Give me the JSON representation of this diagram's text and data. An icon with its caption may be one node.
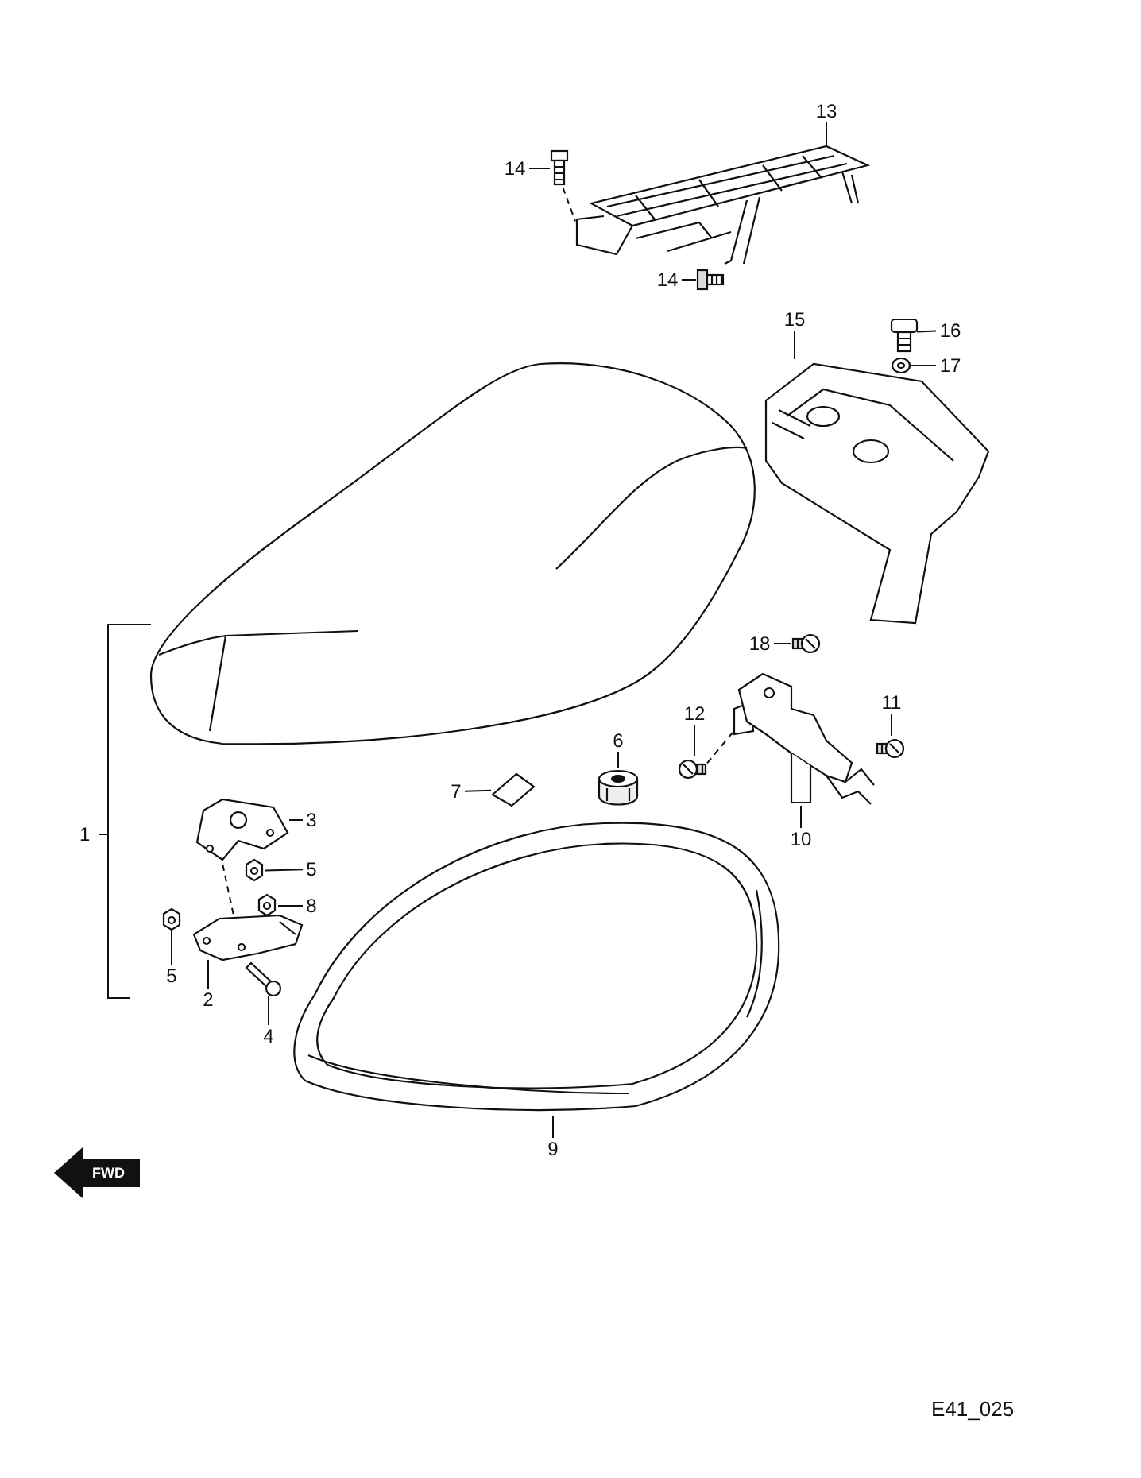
{
  "diagram": {
    "nodes": [
      {
        "text": [
          "13"
        ]
      },
      {
        "text": [],
        "shape": "picture"
      },
      {
        "text": [
          "14"
        ]
      },
      {
        "text": [],
        "shape": "picture"
      },
      {
        "text": [
          "14"
        ]
      },
      {
        "text": [],
        "shape": "picture"
      },
      {
        "text": [
          "15"
        ]
      },
      {
        "text": [
          "16"
        ]
      },
      {
        "text": [],
        "shape": "picture"
      },
      {
        "text": [],
        "shape": "picture"
      },
      {
        "text": [],
        "shape": "picture"
      },
      {
        "text": [
          "17"
        ]
      },
      {
        "text": [],
        "shape": "picture"
      },
      {
        "text": [
          "18"
        ]
      },
      {
        "text": [],
        "shape": "picture"
      },
      {
        "text": [
          "12"
        ]
      },
      {
        "text": [
          "11"
        ]
      },
      {
        "text": [],
        "shape": "picture"
      },
      {
        "text": [],
        "shape": "picture"
      },
      {
        "text": [],
        "shape": "picture"
      },
      {
        "text": [
          "6"
        ]
      },
      {
        "text": [],
        "shape": "picture"
      },
      {
        "text": [
          "7"
        ]
      },
      {
        "text": [],
        "shape": "picture"
      },
      {
        "text": [
          "3"
        ]
      },
      {
        "text": [],
        "shape": "picture"
      },
      {
        "text": [
          "5"
        ]
      },
      {
        "text": [],
        "shape": "picture"
      },
      {
        "text": [
          "10"
        ]
      },
      {
        "text": [
          "8"
        ]
      },
      {
        "text": [],
        "shape": "picture"
      },
      {
        "text": [],
        "shape": "picture"
      },
      {
        "text": [],
        "shape": "picture"
      },
      {
        "text": [],
        "shape": "picture"
      },
      {
        "text": [
          "5"
        ]
      },
      {
        "text": [
          "2"
        ]
      },
      {
        "text": [
          "4"
        ]
      },
      {
        "text": [],
        "shape": "picture"
      },
      {
        "text": [
          "9"
        ]
      }
    ],
    "edges": [
      {
        "from": 0,
        "to": 1,
        "arrow": "none"
      },
      {
        "from": 2,
        "to": 3,
        "arrow": "none"
      },
      {
        "from": 4,
        "to": 5,
        "arrow": "none"
      },
      {
        "from": 6,
        "to": 9,
        "arrow": "none"
      },
      {
        "from": 7,
        "to": 8,
        "arrow": "none"
      },
      {
        "from": 11,
        "to": 10,
        "arrow": "none"
      },
      {
        "from": 13,
        "to": 14,
        "arrow": "none"
      },
      {
        "from": 15,
        "to": 17,
        "arrow": "none"
      },
      {
        "from": 16,
        "to": 19,
        "arrow": "none"
      },
      {
        "from": 20,
        "to": 21,
        "arrow": "none"
      },
      {
        "from": 22,
        "to": 23,
        "arrow": "none"
      },
      {
        "from": 24,
        "to": 25,
        "arrow": "none"
      },
      {
        "from": 26,
        "to": 27,
        "arrow": "none"
      },
      {
        "from": 28,
        "to": 18,
        "arrow": "none"
      },
      {
        "from": 29,
        "to": 30,
        "arrow": "none"
      },
      {
        "from": 34,
        "to": 31,
        "arrow": "none"
      },
      {
        "from": 35,
        "to": 32,
        "arrow": "none"
      },
      {
        "from": 36,
        "to": 33,
        "arrow": "none"
      },
      {
        "from": 38,
        "to": 37,
        "arrow": "none"
      },
      {
        "from": 17,
        "to": 18,
        "arrow": "none",
        "style": "dashed"
      },
      {
        "from": 25,
        "to": 32,
        "arrow": "none",
        "style": "dashed"
      },
      {
        "from": 3,
        "to": 1,
        "arrow": "none",
        "style": "dashed"
      }
    ],
    "labels": [
      "1",
      "FWD",
      "E41_025"
    ]
  }
}
